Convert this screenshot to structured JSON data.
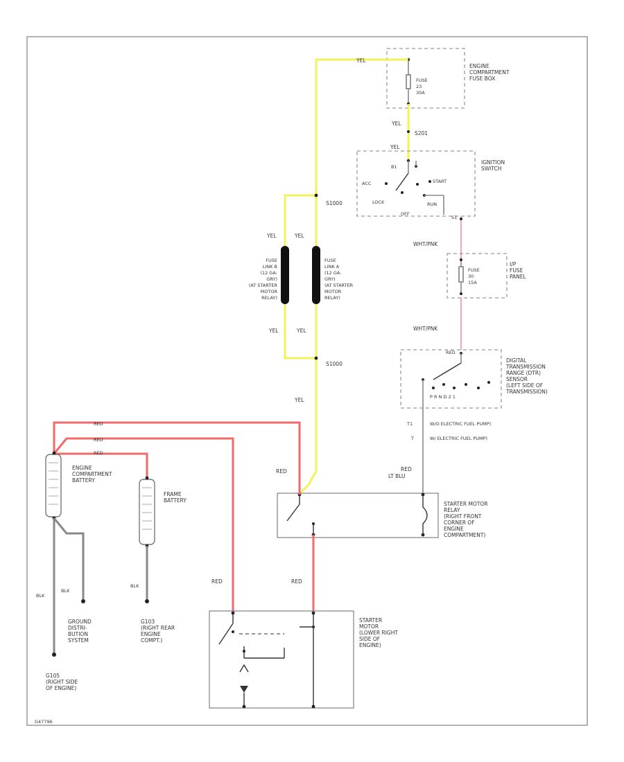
{
  "labels": {
    "fuse_box_title": [
      "ENGINE",
      "COMPARTMENT",
      "FUSE BOX"
    ],
    "fuse_20": [
      "FUSE",
      "23",
      "30A"
    ],
    "yel_top": "YEL",
    "yel_a": "YEL",
    "c_202": "S201",
    "yel_b": "YEL",
    "ignition_title": [
      "IGNITION",
      "SWITCH"
    ],
    "ign_b": "B1",
    "ign_acc": "ACC",
    "ign_start": "START",
    "ign_lock": "LOCK",
    "ign_run": "RUN",
    "ign_off": "OFF",
    "ign_s": "S1",
    "s_top": "S1000",
    "s_bottom": "S1000",
    "yel_fl1": "YEL",
    "yel_fl2": "YEL",
    "yel_fl3": "YEL",
    "yel_fl4": "YEL",
    "fuse_link_b": [
      "FUSE",
      "LINK B",
      "(12 GA-",
      "GRY)",
      "(AT STARTER",
      "MOTOR",
      "RELAY)"
    ],
    "fuse_link_a": [
      "FUSE",
      "LINK A",
      "(12 GA-",
      "GRY)",
      "(AT STARTER",
      "MOTOR",
      "RELAY)"
    ],
    "wht_pnk_1": "WHT/PNK",
    "ip_fuse_title": [
      "I/P",
      "FUSE",
      "PANEL"
    ],
    "fuse_30": [
      "FUSE",
      "30",
      "15A"
    ],
    "wht_pnk_2": "WHT/PNK",
    "dtr_title": [
      "DIGITAL",
      "TRANSMISSION",
      "RANGE (DTR)",
      "SENSOR",
      "(LEFT SIDE OF",
      "TRANSMISSION)"
    ],
    "dtr_red": "RED",
    "yel_mid": "YEL",
    "fuel_pump_1": "W/O ELECTRIC FUEL PUMP)",
    "fuel_pump_2": "W/ ELECTRIC FUEL PUMP)",
    "fp_mark_1": "T1",
    "fp_mark_2": "T",
    "red_1": "RED",
    "red_2": "RED",
    "red_3": "RED",
    "engine_batt": [
      "ENGINE",
      "COMPARTMENT",
      "BATTERY"
    ],
    "frame_batt": [
      "FRAME",
      "BATTERY"
    ],
    "red_relay": "RED",
    "red_lt_blu": [
      "RED",
      "LT BLU"
    ],
    "starter_relay_title": [
      "STARTER MOTOR",
      "RELAY",
      "(RIGHT FRONT",
      "CORNER OF",
      "ENGINE",
      "COMPARTMENT)"
    ],
    "red_left": "RED",
    "red_mid": "RED",
    "blk_1": "BLK",
    "blk_2": "BLK",
    "blk_3": "BLK",
    "ground_dist": [
      "GROUND",
      "DISTRI-",
      "BUTION",
      "SYSTEM"
    ],
    "g103": [
      "G103",
      "(RIGHT REAR",
      "ENGINE",
      "COMPT.)"
    ],
    "g105": [
      "G105",
      "(RIGHT SIDE",
      "OF ENGINE)"
    ],
    "starter_title": [
      "STARTER",
      "MOTOR",
      "(LOWER RIGHT",
      "SIDE OF",
      "ENGINE)"
    ],
    "footer_id": "G47796"
  },
  "colors": {
    "yellow_wire": "#f2f25a",
    "red_wire": "#f06a6a",
    "gray_wire": "#888888",
    "pink_wire": "#f2a6b4"
  }
}
